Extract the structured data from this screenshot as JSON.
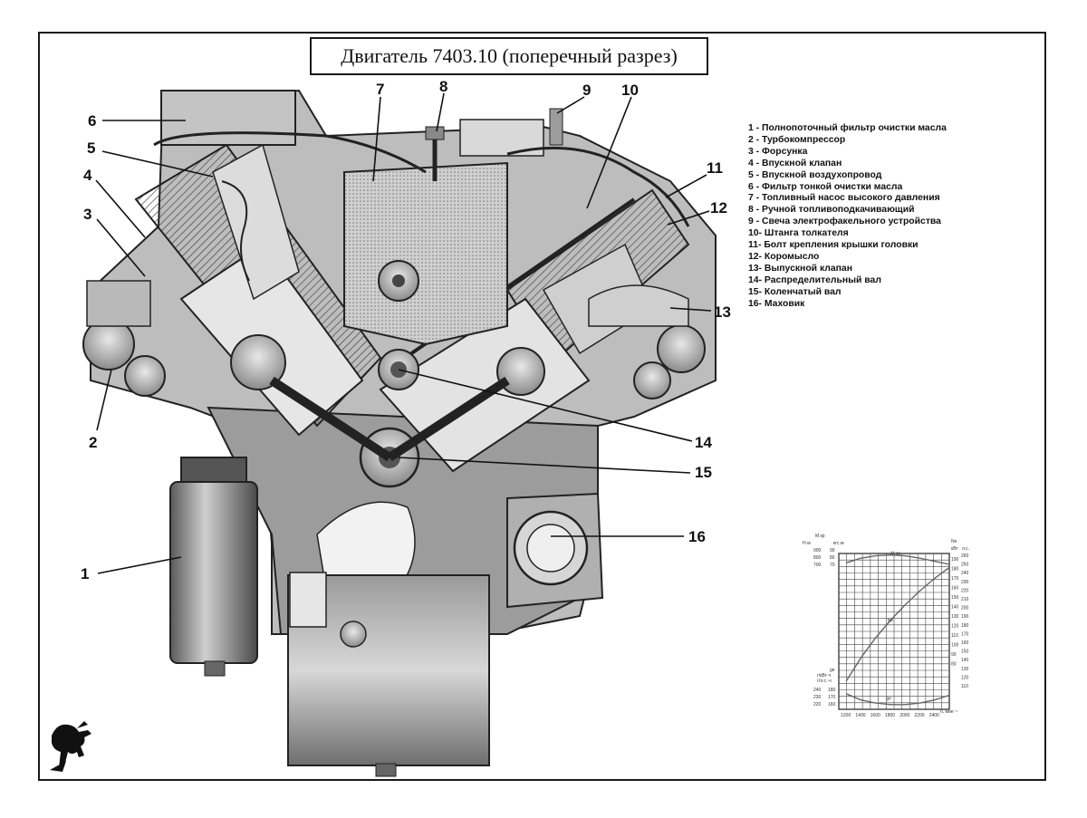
{
  "title": "Двигатель 7403.10 (поперечный разрез)",
  "legend": [
    "1 - Полнопоточный фильтр очистки масла",
    "2 - Турбокомпрессор",
    "3 - Форсунка",
    "4 - Впускной клапан",
    "5 - Впускной воздухопровод",
    "6 - Фильтр тонкой очистки масла",
    "7 - Топливный насос высокого давления",
    "8 - Ручной топливоподкачивающий",
    "9 - Свеча электрофакельного устройства",
    "10- Штанга толкателя",
    "11- Болт крепления крышки головки",
    "12- Коромысло",
    "13- Выпускной клапан",
    "14- Распределительный вал",
    "15- Коленчатый вал",
    "16- Маховик"
  ],
  "callouts": [
    "1",
    "2",
    "3",
    "4",
    "5",
    "6",
    "7",
    "8",
    "9",
    "10",
    "11",
    "12",
    "13",
    "14",
    "15",
    "16"
  ],
  "logo_icon": "kamaz-horse-icon",
  "chart_data": {
    "type": "line",
    "xlabel": "n, мин⁻¹",
    "x_ticks": [
      "1200",
      "1400",
      "1600",
      "1800",
      "2000",
      "2200",
      "2400"
    ],
    "xlim": [
      1100,
      2600
    ],
    "torque_axis": {
      "label": "M кр",
      "unit_top": "Н·м",
      "unit_alt": "кгс·м",
      "ticks_nm": [
        "900",
        "800",
        "700"
      ],
      "ticks_kgsm": [
        "90",
        "80",
        "70"
      ]
    },
    "power_axis": {
      "label": "Ne",
      "unit": "кВт",
      "unit_alt": "л.с.",
      "ticks_kw": [
        "190",
        "180",
        "170",
        "160",
        "150",
        "140",
        "130",
        "120",
        "110",
        "100",
        "90",
        "80"
      ],
      "ticks_hp": [
        "260",
        "250",
        "240",
        "230",
        "220",
        "210",
        "200",
        "190",
        "180",
        "170",
        "160",
        "150",
        "140",
        "130",
        "120",
        "110"
      ]
    },
    "fuel_axis": {
      "label": "ge",
      "unit": "г/кВт·ч",
      "unit_alt": "г/л.с.·ч",
      "ticks_g_kwh": [
        "240",
        "230",
        "220"
      ],
      "ticks_g_hph": [
        "180",
        "170",
        "160"
      ]
    },
    "series": [
      {
        "name": "M кр",
        "x": [
          1200,
          1400,
          1600,
          1800,
          2000,
          2200,
          2400,
          2600
        ],
        "y": [
          0.94,
          0.97,
          0.985,
          0.99,
          0.985,
          0.97,
          0.95,
          0.93
        ]
      },
      {
        "name": "Ne",
        "x": [
          1200,
          1400,
          1600,
          1800,
          2000,
          2200,
          2400,
          2600
        ],
        "y": [
          0.18,
          0.33,
          0.46,
          0.57,
          0.67,
          0.76,
          0.84,
          0.91
        ]
      },
      {
        "name": "ge",
        "x": [
          1200,
          1400,
          1600,
          1800,
          2000,
          2200,
          2400,
          2600
        ],
        "y": [
          0.1,
          0.06,
          0.04,
          0.03,
          0.03,
          0.04,
          0.06,
          0.09
        ]
      }
    ]
  }
}
